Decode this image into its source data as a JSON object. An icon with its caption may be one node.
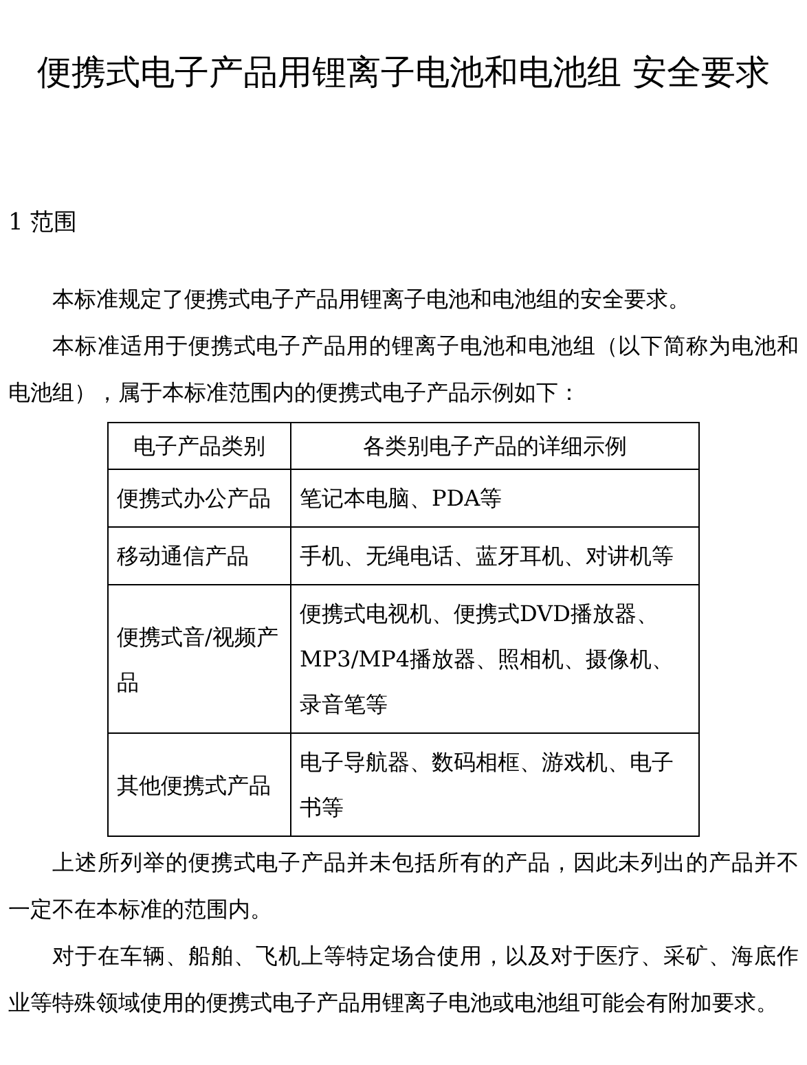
{
  "diagram": {
    "title": "便携式电子产品用锂离子电池和电池组 安全要求",
    "labels": [
      "1 范围",
      "本标准规定了便携式电子产品用锂离子电池和电池组的安全要求。",
      "本标准适用于便携式电子产品用的锂离子电池和电池组（以下简称为电池和电池组），属于本标准范围内的便携式电子产品示例如下：",
      "电子产品类别",
      "各类别电子产品的详细示例",
      "便携式办公产品",
      "笔记本电脑、PDA等",
      "移动通信产品",
      "手机、无绳电话、蓝牙耳机、对讲机等",
      "便携式音/视频产品",
      "便携式电视机、便携式DVD播放器、MP3/MP4播放器、照相机、摄像机、录音笔等",
      "其他便携式产品",
      "电子导航器、数码相框、游戏机、电子书等",
      "上述所列举的便携式电子产品并未包括所有的产品，因此未列出的产品并不一定不在本标准的范围内。",
      "对于在车辆、船舶、飞机上等特定场合使用，以及对于医疗、采矿、海底作业等特殊领域使用的便携式电子产品用锂离子电池或电池组可能会有附加要求。"
    ]
  }
}
